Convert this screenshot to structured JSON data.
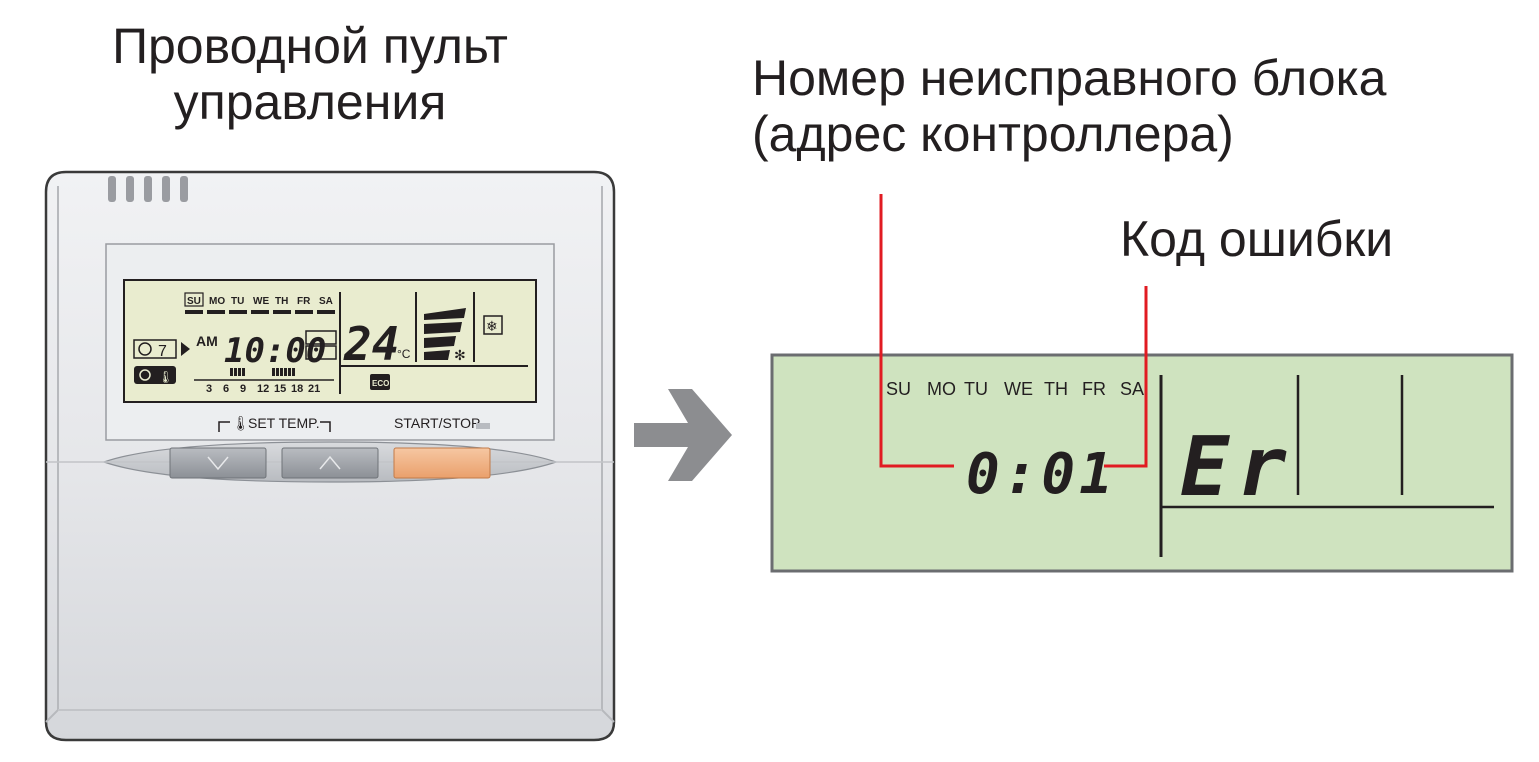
{
  "left_title": [
    "Проводной пульт",
    "управления"
  ],
  "right_title": [
    "Номер неисправного блока",
    "(адрес контроллера)"
  ],
  "error_code_title": "Код ошибки",
  "remote": {
    "days": [
      "SU",
      "MO",
      "TU",
      "WE",
      "TH",
      "FR",
      "SA"
    ],
    "selected_day": "SU",
    "timer_number": "7",
    "am_label": "AM",
    "clock": "10:00",
    "temperature": "24",
    "temp_unit": "°C",
    "timeline_ticks": [
      "3",
      "6",
      "9",
      "12",
      "15",
      "18",
      "21"
    ],
    "eco_label": "ECO",
    "set_temp_label": "SET TEMP.",
    "start_stop_label": "START/STOP"
  },
  "lcd": {
    "days": [
      "SU",
      "MO",
      "TU",
      "WE",
      "TH",
      "FR",
      "SA"
    ],
    "unit_number": "0:01",
    "error_code": "Er",
    "background": "#cfe3bf",
    "leader_color": "#e11b22"
  }
}
